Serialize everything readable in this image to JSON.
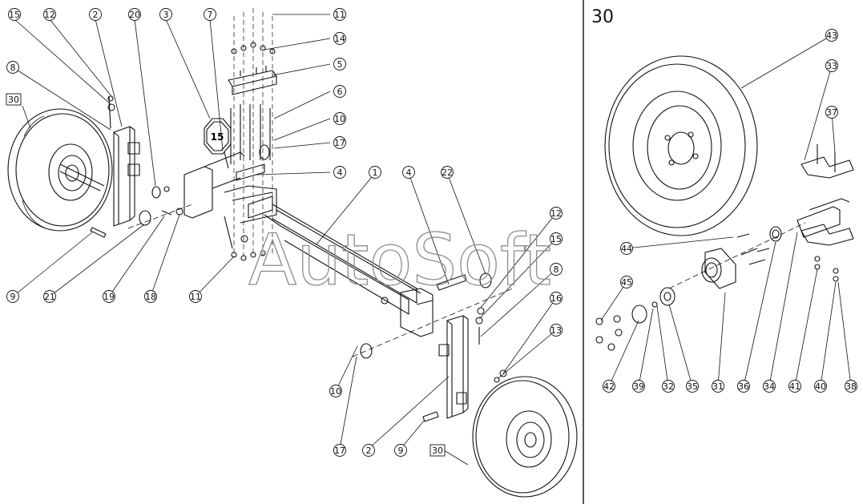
{
  "section_label": "30",
  "watermark": "AutoSoft",
  "left_callouts": [
    {
      "text": "15"
    },
    {
      "text": "12"
    },
    {
      "text": "2"
    },
    {
      "text": "20"
    },
    {
      "text": "3"
    },
    {
      "text": "7"
    },
    {
      "text": "11"
    },
    {
      "text": "14"
    },
    {
      "text": "5"
    },
    {
      "text": "6"
    },
    {
      "text": "10"
    },
    {
      "text": "17"
    },
    {
      "text": "4"
    },
    {
      "text": "1"
    },
    {
      "text": "4"
    },
    {
      "text": "22"
    },
    {
      "text": "8"
    },
    {
      "text": "9"
    },
    {
      "text": "21"
    },
    {
      "text": "19"
    },
    {
      "text": "18"
    },
    {
      "text": "11"
    },
    {
      "text": "12"
    },
    {
      "text": "15"
    },
    {
      "text": "8"
    },
    {
      "text": "16"
    },
    {
      "text": "13"
    },
    {
      "text": "10"
    },
    {
      "text": "17"
    },
    {
      "text": "2"
    },
    {
      "text": "9"
    }
  ],
  "right_callouts": [
    {
      "text": "43"
    },
    {
      "text": "33"
    },
    {
      "text": "37"
    },
    {
      "text": "44"
    },
    {
      "text": "45"
    },
    {
      "text": "42"
    },
    {
      "text": "39"
    },
    {
      "text": "32"
    },
    {
      "text": "35"
    },
    {
      "text": "31"
    },
    {
      "text": "36"
    },
    {
      "text": "34"
    },
    {
      "text": "41"
    },
    {
      "text": "40"
    },
    {
      "text": "38"
    }
  ],
  "boxed_refs": [
    {
      "text": "30"
    },
    {
      "text": "30"
    }
  ],
  "plate_text": "15"
}
